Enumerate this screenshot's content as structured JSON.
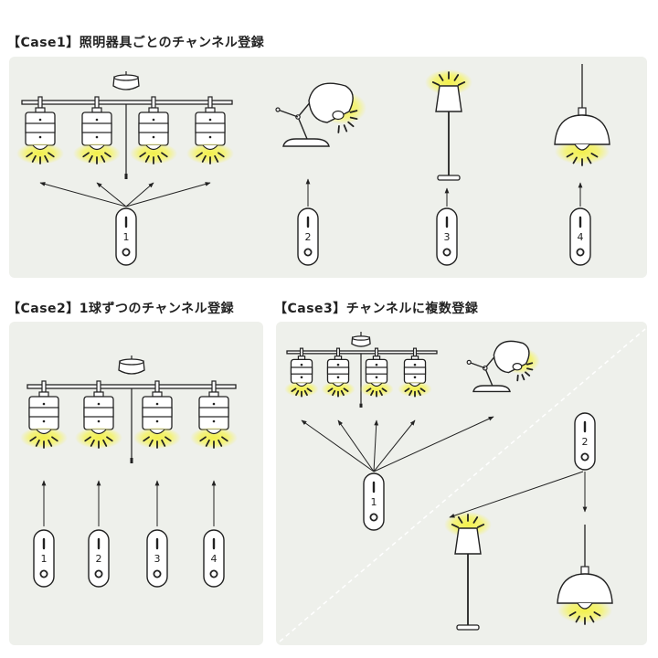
{
  "case1": {
    "title": "【Case1】照明器具ごとのチャンネル登録",
    "remotes": [
      "1",
      "2",
      "3",
      "4"
    ]
  },
  "case2": {
    "title": "【Case2】1球ずつのチャンネル登録",
    "remotes": [
      "1",
      "2",
      "3",
      "4"
    ]
  },
  "case3": {
    "title": "【Case3】チャンネルに複数登録",
    "remotes": [
      "1",
      "2"
    ]
  },
  "colors": {
    "panel": "#eef0eb",
    "glow": "#f5f23a",
    "line": "#222222"
  }
}
